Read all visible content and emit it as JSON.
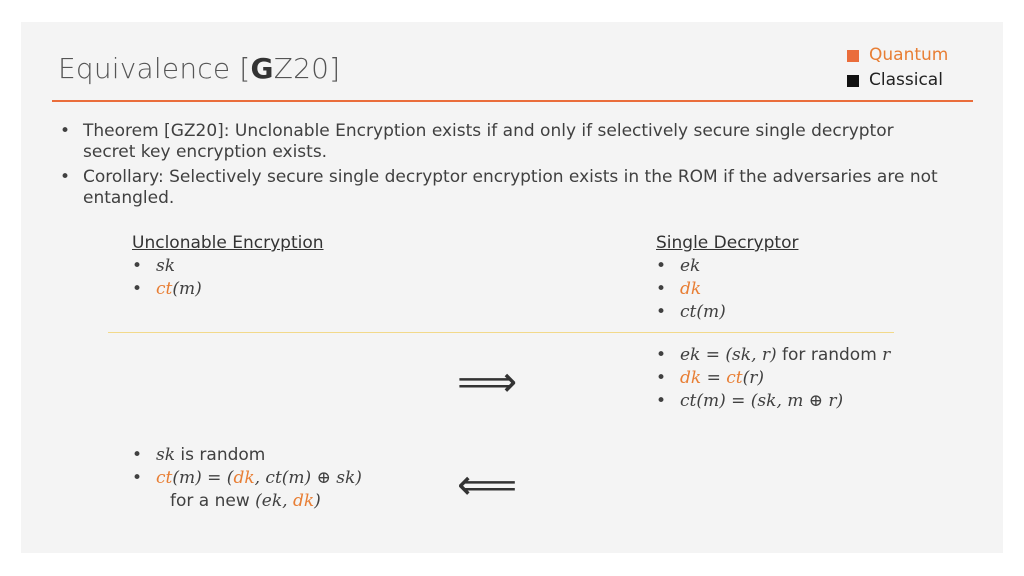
{
  "title": {
    "prefix": "Equivalence [",
    "bold": "G",
    "suffix": "Z20]"
  },
  "legend": {
    "quantum": {
      "label": "Quantum",
      "color": "#ea6d3b"
    },
    "classical": {
      "label": "Classical",
      "color": "#111111"
    }
  },
  "bullets": [
    "Theorem [GZ20]: Unclonable Encryption exists if and only if selectively secure single decryptor secret key encryption exists.",
    "Corollary: Selectively secure single decryptor encryption exists in the ROM if the adversaries are not entangled."
  ],
  "left": {
    "title": "Unclonable Encryption",
    "item1": "sk",
    "item2_a": "ct",
    "item2_b": "(m)"
  },
  "right": {
    "title": "Single Decryptor",
    "item1": "ek",
    "item2": "dk",
    "item3": "ct(m)"
  },
  "forward": {
    "arrow": "⟹",
    "l1_math": "ek = (sk, r)",
    "l1_text": " for random ",
    "l1_r": "r",
    "l2_dk": "dk",
    "l2_eq": " = ",
    "l2_ct": "ct",
    "l2_r": "(r)",
    "l3": "ct(m) = (sk, m ⊕ r)"
  },
  "backward": {
    "arrow": "⟸",
    "l1_math": "sk",
    "l1_text": " is random",
    "l2_ct": "ct",
    "l2_mid": "(m) = (",
    "l2_dk": "dk",
    "l2_rest": ", ct(m) ⊕ sk)",
    "l3_text": "for a new ",
    "l3_open": "(ek, ",
    "l3_dk": "dk",
    "l3_close": ")"
  },
  "bullet_glyph": "•"
}
